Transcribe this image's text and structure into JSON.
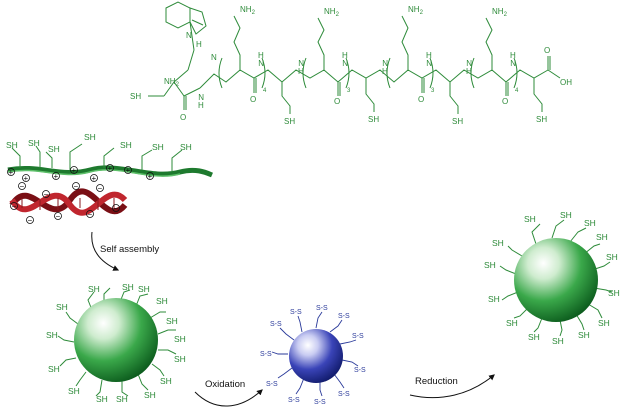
{
  "colors": {
    "peptide": "#2e8b3a",
    "polymer_backbone": "#2e8b3a",
    "dna": "#a11e24",
    "nanoparticle_green": "#1f8f35",
    "nanoparticle_blue": "#2a36a8",
    "disulfide": "#2a3a9a",
    "arrow": "#111111"
  },
  "peptide_structure": {
    "atom_labels": {
      "amine": "NH",
      "amine_sub": "2",
      "indole_nh": "H",
      "indole_n": "N",
      "amide_nh": "N",
      "amide_h": "H",
      "carbonyl_o": "O",
      "thiol": "SH",
      "acid": "OH"
    },
    "repeat_counts": [
      "4",
      "3",
      "3",
      "4"
    ]
  },
  "polyplex": {
    "thiol": "SH",
    "positive_charge": "+",
    "negative_charge": "−"
  },
  "steps": {
    "self_assembly": "Self assembly",
    "oxidation": "Oxidation",
    "reduction": "Reduction"
  },
  "nanoparticle_labels": {
    "thiol": "SH",
    "disulfide": "S-S"
  }
}
